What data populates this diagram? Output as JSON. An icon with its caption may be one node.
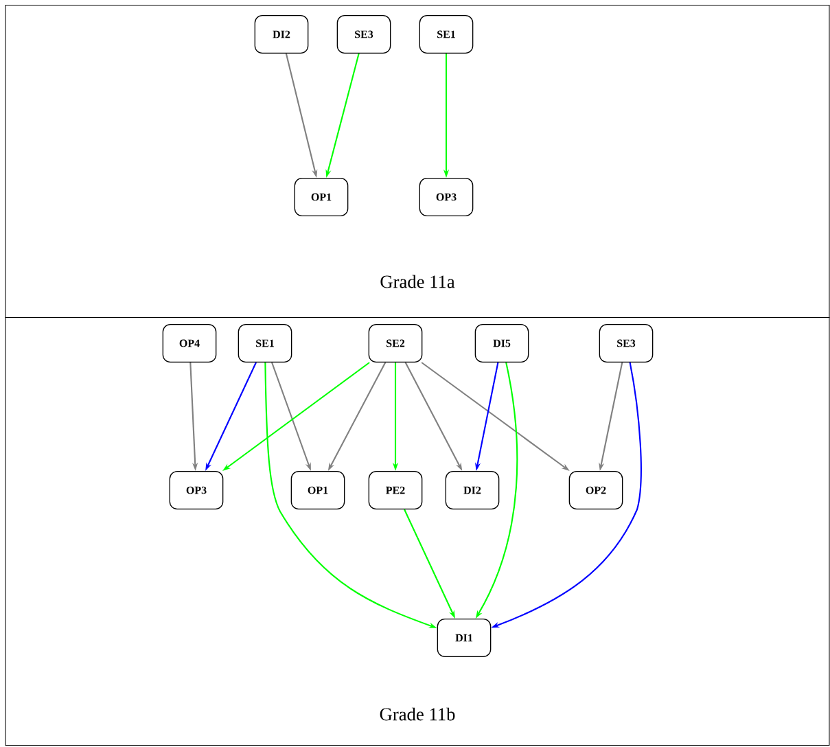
{
  "diagram": {
    "nodes": [
      {
        "text": [
          "Grade 11a"
        ]
      },
      {
        "text": [
          "DI2"
        ],
        "in": 0
      },
      {
        "text": [
          "SE3"
        ],
        "in": 0
      },
      {
        "text": [
          "SE1"
        ],
        "in": 0
      },
      {
        "text": [
          "OP1"
        ],
        "in": 0
      },
      {
        "text": [
          "OP3"
        ],
        "in": 0
      },
      {
        "text": [
          "Grade 11b"
        ]
      },
      {
        "text": [
          "OP4"
        ],
        "in": 6
      },
      {
        "text": [
          "SE1"
        ],
        "in": 6
      },
      {
        "text": [
          "SE2"
        ],
        "in": 6
      },
      {
        "text": [
          "DI5"
        ],
        "in": 6
      },
      {
        "text": [
          "SE3"
        ],
        "in": 6
      },
      {
        "text": [
          "OP3"
        ],
        "in": 6
      },
      {
        "text": [
          "OP1"
        ],
        "in": 6
      },
      {
        "text": [
          "PE2"
        ],
        "in": 6
      },
      {
        "text": [
          "DI2"
        ],
        "in": 6
      },
      {
        "text": [
          "OP2"
        ],
        "in": 6
      },
      {
        "text": [
          "DI1"
        ],
        "in": 6
      }
    ],
    "edges": [
      {
        "from": 1,
        "to": 4,
        "arrow": "to",
        "color": "#808080"
      },
      {
        "from": 2,
        "to": 4,
        "arrow": "to",
        "color": "#00ff00"
      },
      {
        "from": 3,
        "to": 5,
        "arrow": "to",
        "color": "#00ff00"
      },
      {
        "from": 7,
        "to": 12,
        "arrow": "to",
        "color": "#808080"
      },
      {
        "from": 8,
        "to": 12,
        "arrow": "to",
        "color": "#0000ff"
      },
      {
        "from": 8,
        "to": 13,
        "arrow": "to",
        "color": "#808080"
      },
      {
        "from": 8,
        "to": 17,
        "arrow": "to",
        "color": "#00ff00"
      },
      {
        "from": 9,
        "to": 12,
        "arrow": "to",
        "color": "#00ff00"
      },
      {
        "from": 9,
        "to": 13,
        "arrow": "to",
        "color": "#808080"
      },
      {
        "from": 9,
        "to": 14,
        "arrow": "to",
        "color": "#00ff00"
      },
      {
        "from": 9,
        "to": 15,
        "arrow": "to",
        "color": "#808080"
      },
      {
        "from": 9,
        "to": 16,
        "arrow": "to",
        "color": "#808080"
      },
      {
        "from": 10,
        "to": 15,
        "arrow": "to",
        "color": "#0000ff"
      },
      {
        "from": 10,
        "to": 17,
        "arrow": "to",
        "color": "#00ff00"
      },
      {
        "from": 11,
        "to": 16,
        "arrow": "to",
        "color": "#808080"
      },
      {
        "from": 11,
        "to": 17,
        "arrow": "to",
        "color": "#0000ff"
      },
      {
        "from": 14,
        "to": 17,
        "arrow": "to",
        "color": "#00ff00"
      }
    ]
  }
}
